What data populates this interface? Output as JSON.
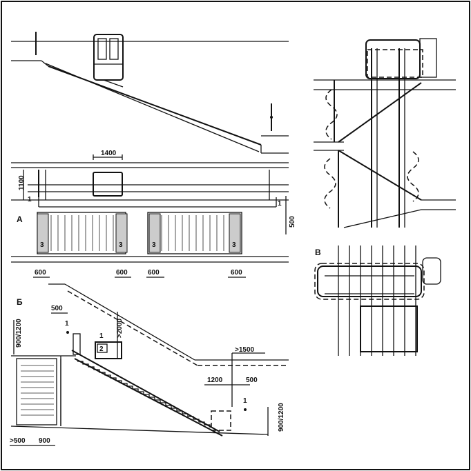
{
  "panels": {
    "a": "А",
    "b": "Б",
    "v": "В"
  },
  "dimensions": {
    "d1400": "1400",
    "d1100": "1100",
    "d500v": "500",
    "d600a": "600",
    "d600b": "600",
    "d600c": "600",
    "d600d": "600",
    "d500b": "500",
    "d900_1200_left": "900/1200",
    "d2000": ">2000",
    "d1500": ">1500",
    "d1200": "1200",
    "d500c": "500",
    "d900_1200_right": "900/1200",
    "d500_bottom": ">500",
    "d900_bottom": "900"
  },
  "markers": {
    "m1_left": "1",
    "m1_right": "1",
    "m3a": "3",
    "m3b": "3",
    "m3c": "3",
    "m3d": "3",
    "b1_upper": "1",
    "b1_mid": "1",
    "b2_box": "2",
    "b1_right": "1"
  }
}
